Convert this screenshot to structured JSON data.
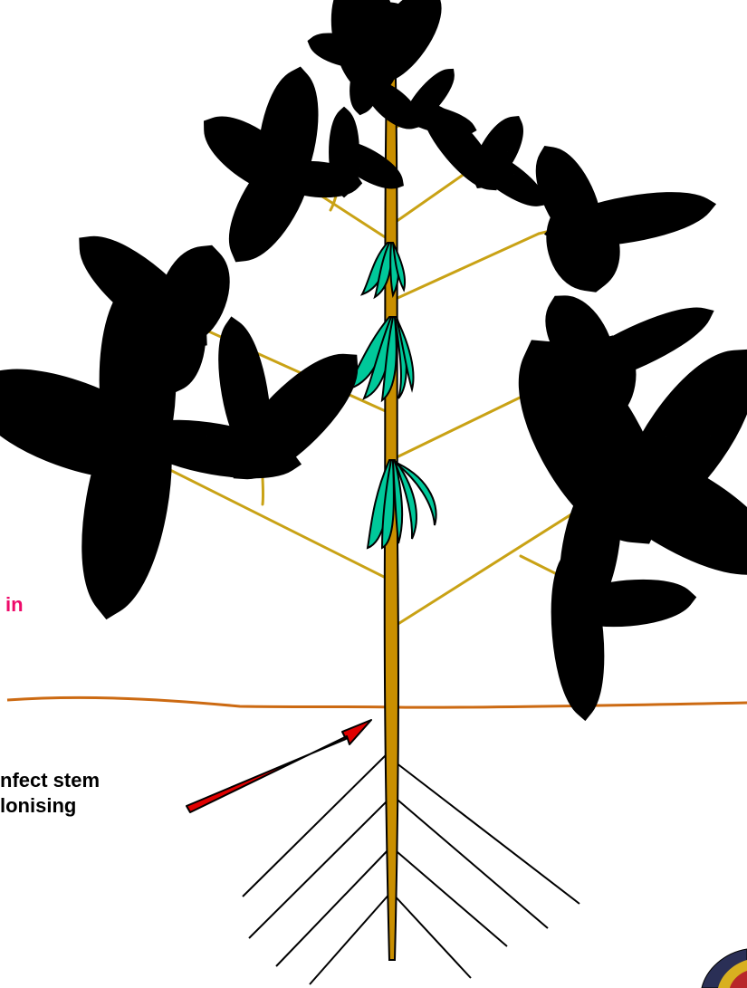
{
  "labels": {
    "pink_fragment": "in",
    "black_line1": "nfect stem",
    "black_line2": "lonising"
  },
  "colors": {
    "leaf_fill": "#00c89a",
    "stem": "#c98f00",
    "branch": "#c9a215",
    "soil_line": "#cc6a12",
    "arrow": "#e00000",
    "pink_text": "#ee0a6a",
    "outline": "#000000"
  },
  "icons": {
    "corner_logo": "logo-emblem-icon"
  }
}
